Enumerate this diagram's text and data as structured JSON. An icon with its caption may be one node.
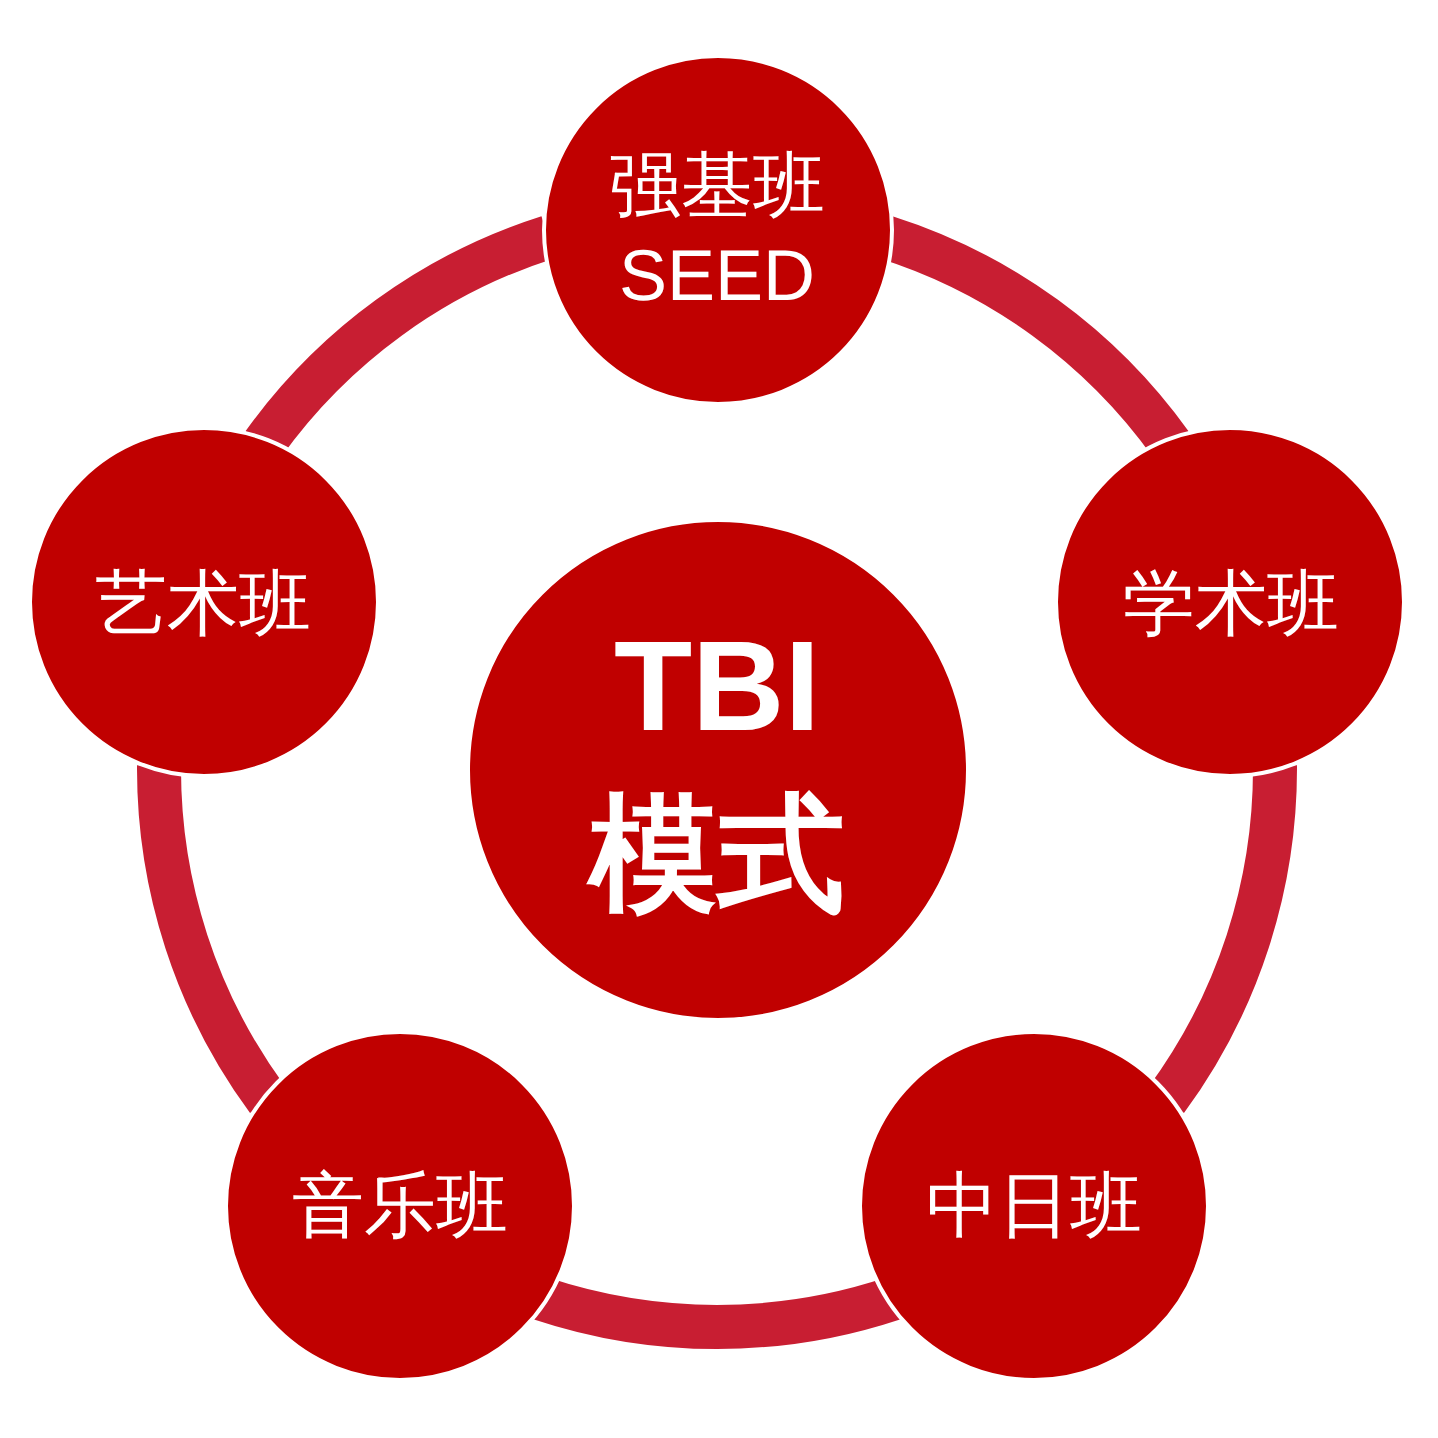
{
  "diagram": {
    "nodes": [
      {
        "text": [
          "强基班 SEED"
        ]
      },
      {
        "text": [
          "艺术班"
        ]
      },
      {
        "text": [
          "TBI 模式"
        ]
      },
      {
        "text": [
          "学术班"
        ]
      },
      {
        "text": [
          "音乐班"
        ]
      },
      {
        "text": [
          "中日班"
        ]
      }
    ],
    "edges": [
      {
        "from": 0,
        "to": 3,
        "arrow": "none"
      },
      {
        "from": 3,
        "to": 5,
        "arrow": "none"
      },
      {
        "from": 5,
        "to": 4,
        "arrow": "none"
      },
      {
        "from": 4,
        "to": 1,
        "arrow": "none"
      },
      {
        "from": 1,
        "to": 0,
        "arrow": "none"
      }
    ]
  }
}
